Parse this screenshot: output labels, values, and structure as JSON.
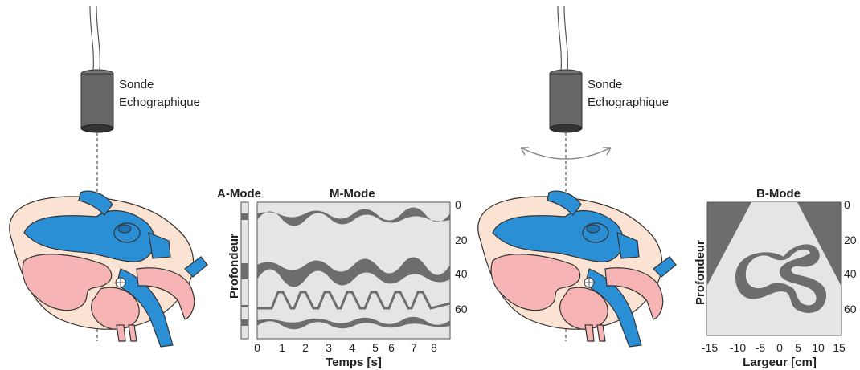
{
  "left_probe": {
    "label_line1": "Sonde",
    "label_line2": "Echographique"
  },
  "right_probe": {
    "label_line1": "Sonde",
    "label_line2": "Echographique"
  },
  "a_mode": {
    "title": "A-Mode",
    "ylabel": "Profondeur"
  },
  "m_mode": {
    "title": "M-Mode",
    "xlabel": "Temps [s]",
    "x_ticks": [
      "0",
      "1",
      "2",
      "3",
      "4",
      "5",
      "6",
      "7",
      "8"
    ],
    "y_ticks": [
      "0",
      "20",
      "40",
      "60"
    ]
  },
  "b_mode": {
    "title": "B-Mode",
    "xlabel": "Largeur [cm]",
    "ylabel": "Profondeur",
    "x_ticks": [
      "-15",
      "-10",
      "-5",
      "0",
      "5",
      "10",
      "15"
    ],
    "y_ticks": [
      "0",
      "20",
      "40",
      "60"
    ]
  },
  "colors": {
    "vessel_blue": "#2b8fd6",
    "heart_pink": "#f7b4b4",
    "pericardium": "#fbe3d3",
    "echo_dark": "#6d6d6d",
    "panel_bg": "#e5e5e5",
    "probe": "#666666"
  }
}
